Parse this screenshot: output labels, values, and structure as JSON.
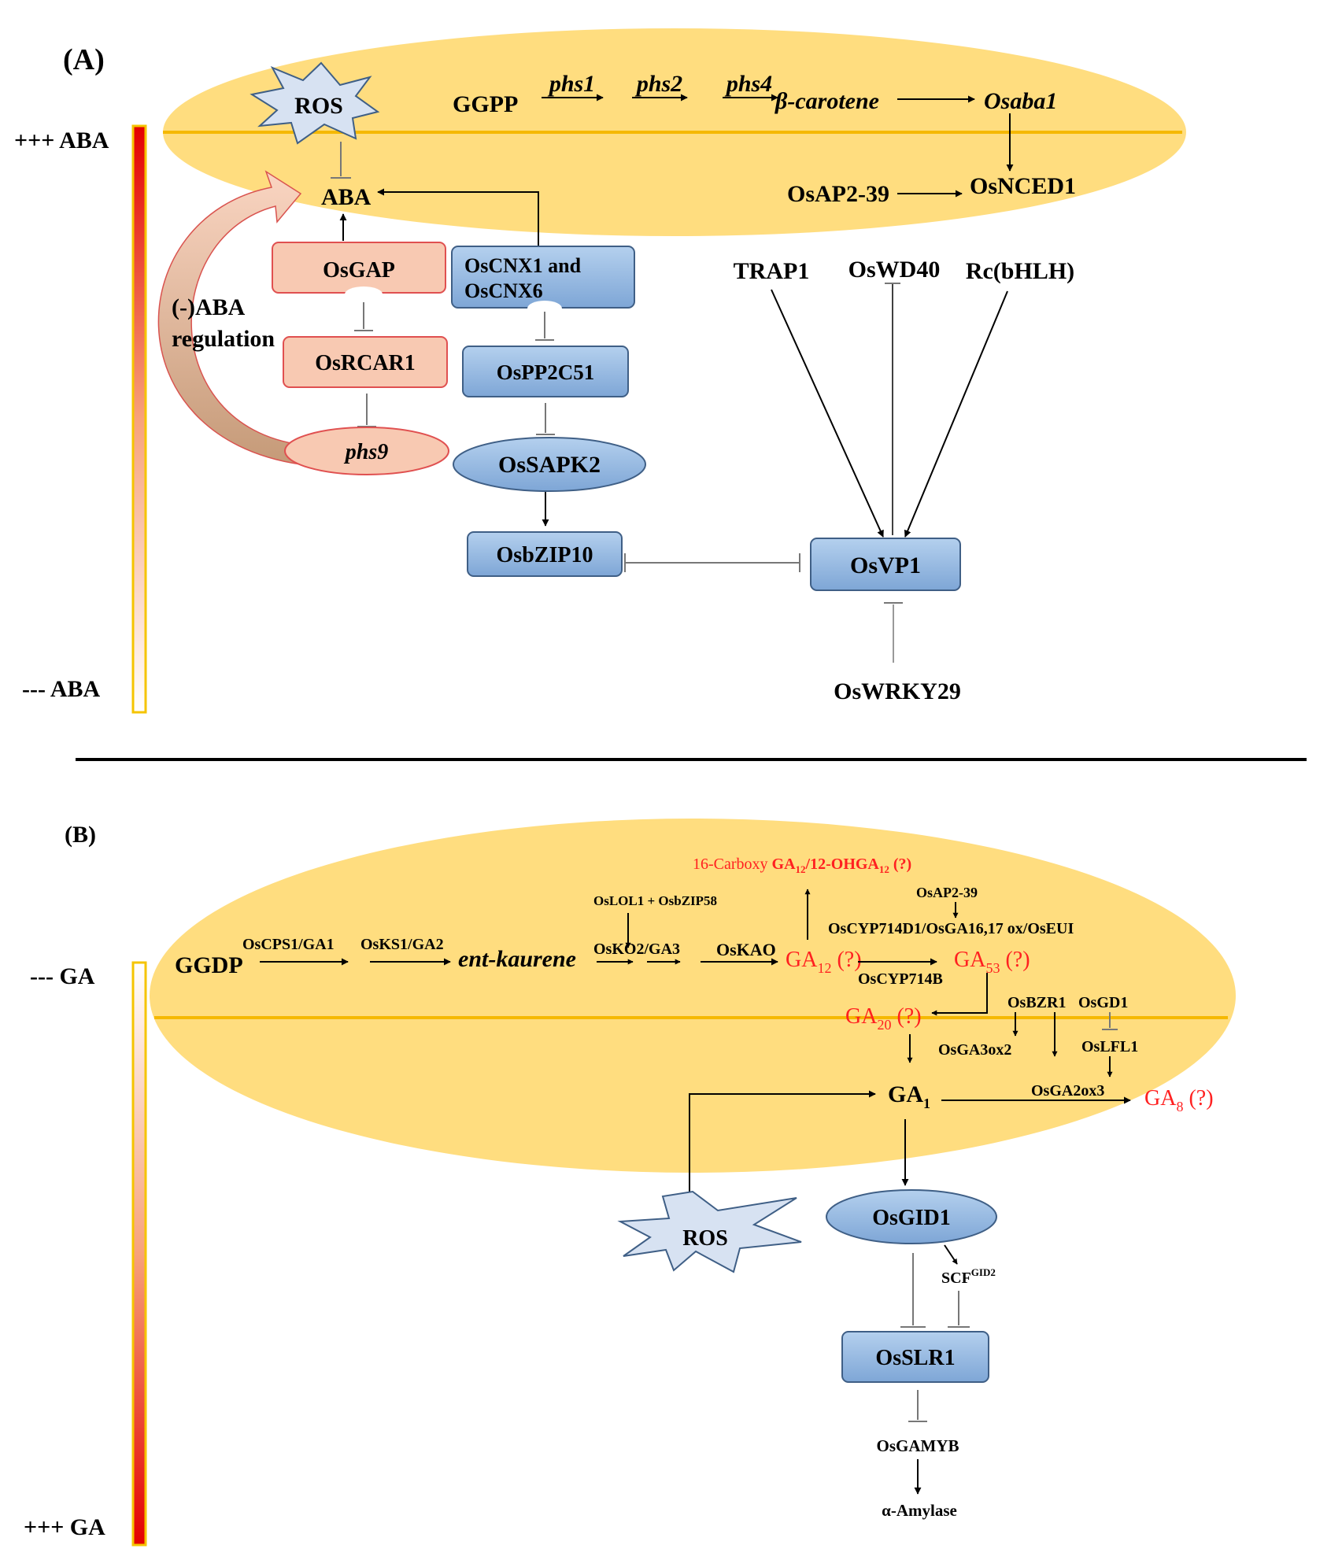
{
  "panel_a": {
    "label": "(A)",
    "scale_top": "+++ ABA",
    "scale_bottom": "--- ABA",
    "ros": "ROS",
    "ggpp": "GGPP",
    "phs1": "phs1",
    "phs2": "phs2",
    "phs4": "phs4",
    "beta_carotene": "β-carotene",
    "osaba1": "Osaba1",
    "aba": "ABA",
    "osap2_39": "OsAP2-39",
    "osnced1": "OsNCED1",
    "osgap": "OsGAP",
    "oscnx_line1": "OsCNX1 and",
    "oscnx_line2": "OsCNX6",
    "neg_reg_line1": "(-)ABA",
    "neg_reg_line2": "regulation",
    "osrcar1": "OsRCAR1",
    "ospp2c51": "OsPP2C51",
    "phs9": "phs9",
    "ossapk2": "OsSAPK2",
    "osbzip10": "OsbZIP10",
    "trap1": "TRAP1",
    "oswd40": "OsWD40",
    "rc_bhlh": "Rc(bHLH)",
    "osvp1": "OsVP1",
    "oswrky29": "OsWRKY29"
  },
  "panel_b": {
    "label": "(B)",
    "scale_top": "--- GA",
    "scale_bottom": "+++ GA",
    "ggdp": "GGDP",
    "oscps1": "OsCPS1/GA1",
    "osks1": "OsKS1/GA2",
    "ent_kaurene": "ent-kaurene",
    "oslol1": "OsLOL1 + OsbZIP58",
    "osko2": "OsKO2/GA3",
    "oskao": "OsKAO",
    "carboxy_prefix": "16-Carboxy ",
    "carboxy_ga": "GA",
    "carboxy_ga_sub": "12",
    "carboxy_mid": "/12-OHGA",
    "carboxy_mid_sub": "12",
    "carboxy_q": " (?)",
    "osap2_39": "OsAP2-39",
    "oscyp714d1": "OsCYP714D1/OsGA16,17 ox/OsEUI",
    "oscyp714b": "OsCYP714B",
    "ga": "GA",
    "ga12_sub": "12",
    "ga53_sub": "53",
    "ga20_sub": "20",
    "ga1_sub": "1",
    "ga8_sub": "8",
    "unknown": " (?)",
    "osbzr1": "OsBZR1",
    "osgd1": "OsGD1",
    "osga3ox2": "OsGA3ox2",
    "oslfl1": "OsLFL1",
    "osga2ox3": "OsGA2ox3",
    "ros": "ROS",
    "osgid1": "OsGID1",
    "scf": "SCF",
    "scf_sup": "GID2",
    "osslr1": "OsSLR1",
    "osgamyb": "OsGAMYB",
    "amylase": "α-Amylase"
  },
  "colors": {
    "ellipse": "#ffdd7f",
    "membrane": "#f5b800",
    "red_text": "#ff2020",
    "blue_box": "#9dbfe4",
    "pink_box": "#f8c9b2"
  }
}
